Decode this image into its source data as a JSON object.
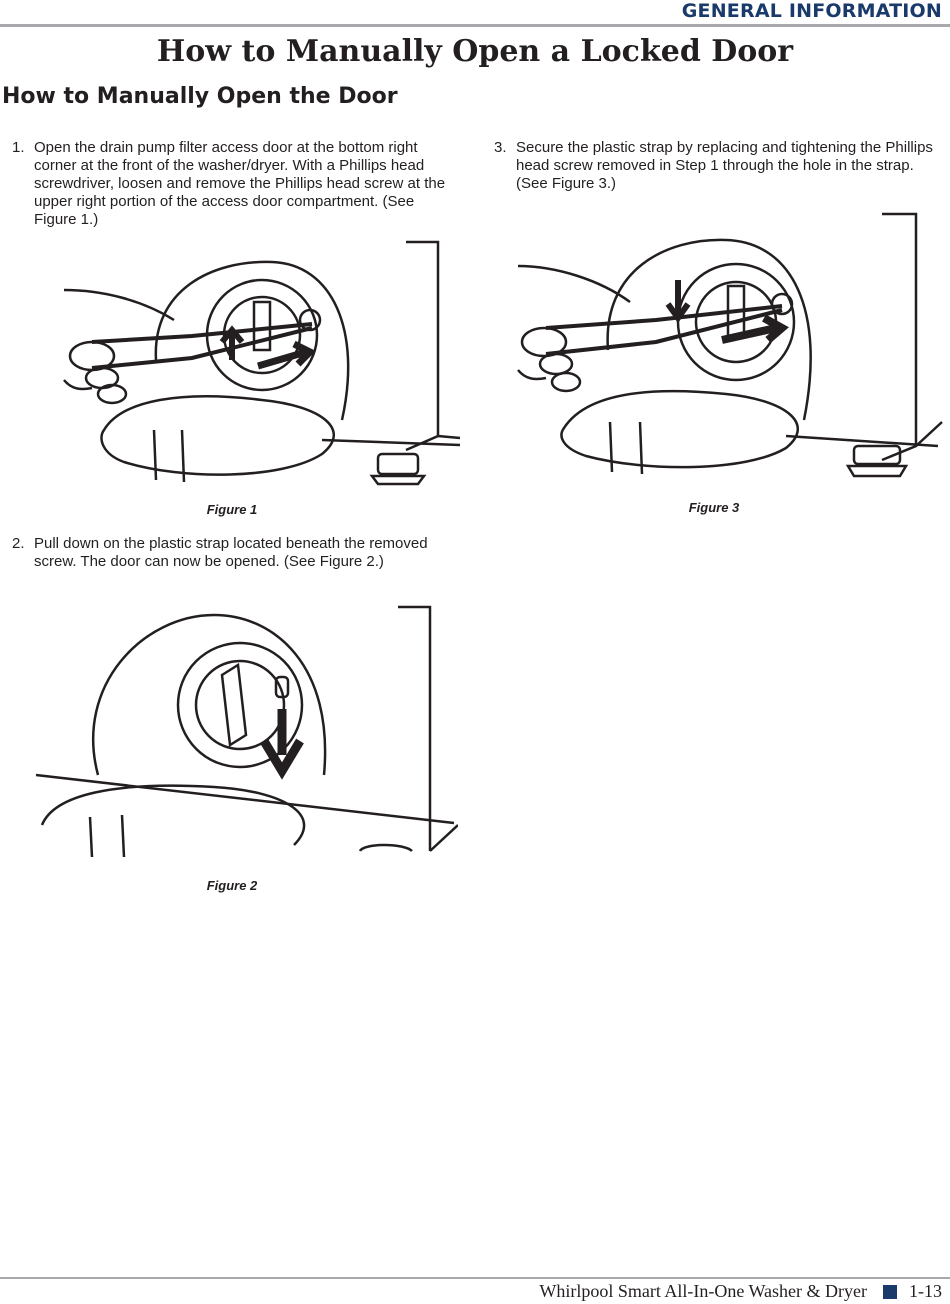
{
  "header": {
    "section": "GENERAL INFORMATION"
  },
  "page_title": "How to Manually Open a Locked Door",
  "section_heading": "How to Manually Open the Door",
  "steps": [
    {
      "number": "1.",
      "text": "Open the drain pump filter access door at the bottom right corner at the front of the washer/dryer. With a Phillips head screwdriver, loosen and remove the Phillips head screw at the upper right portion of the access door compartment. (See Figure 1.)"
    },
    {
      "number": "2.",
      "text": "Pull down on the plastic strap located beneath the removed screw. The door can now be opened. (See Figure 2.)"
    },
    {
      "number": "3.",
      "text": "Secure the plastic strap by replacing and tightening the Phillips head screw removed in Step 1 through the hole in the strap. (See Figure 3.)"
    }
  ],
  "figures": [
    {
      "caption": "Figure 1"
    },
    {
      "caption": "Figure 2"
    },
    {
      "caption": "Figure 3"
    }
  ],
  "footer": {
    "product": "Whirlpool Smart All-In-One Washer & Dryer",
    "page_number": "1-13",
    "accent_color": "#1a3a6b"
  }
}
